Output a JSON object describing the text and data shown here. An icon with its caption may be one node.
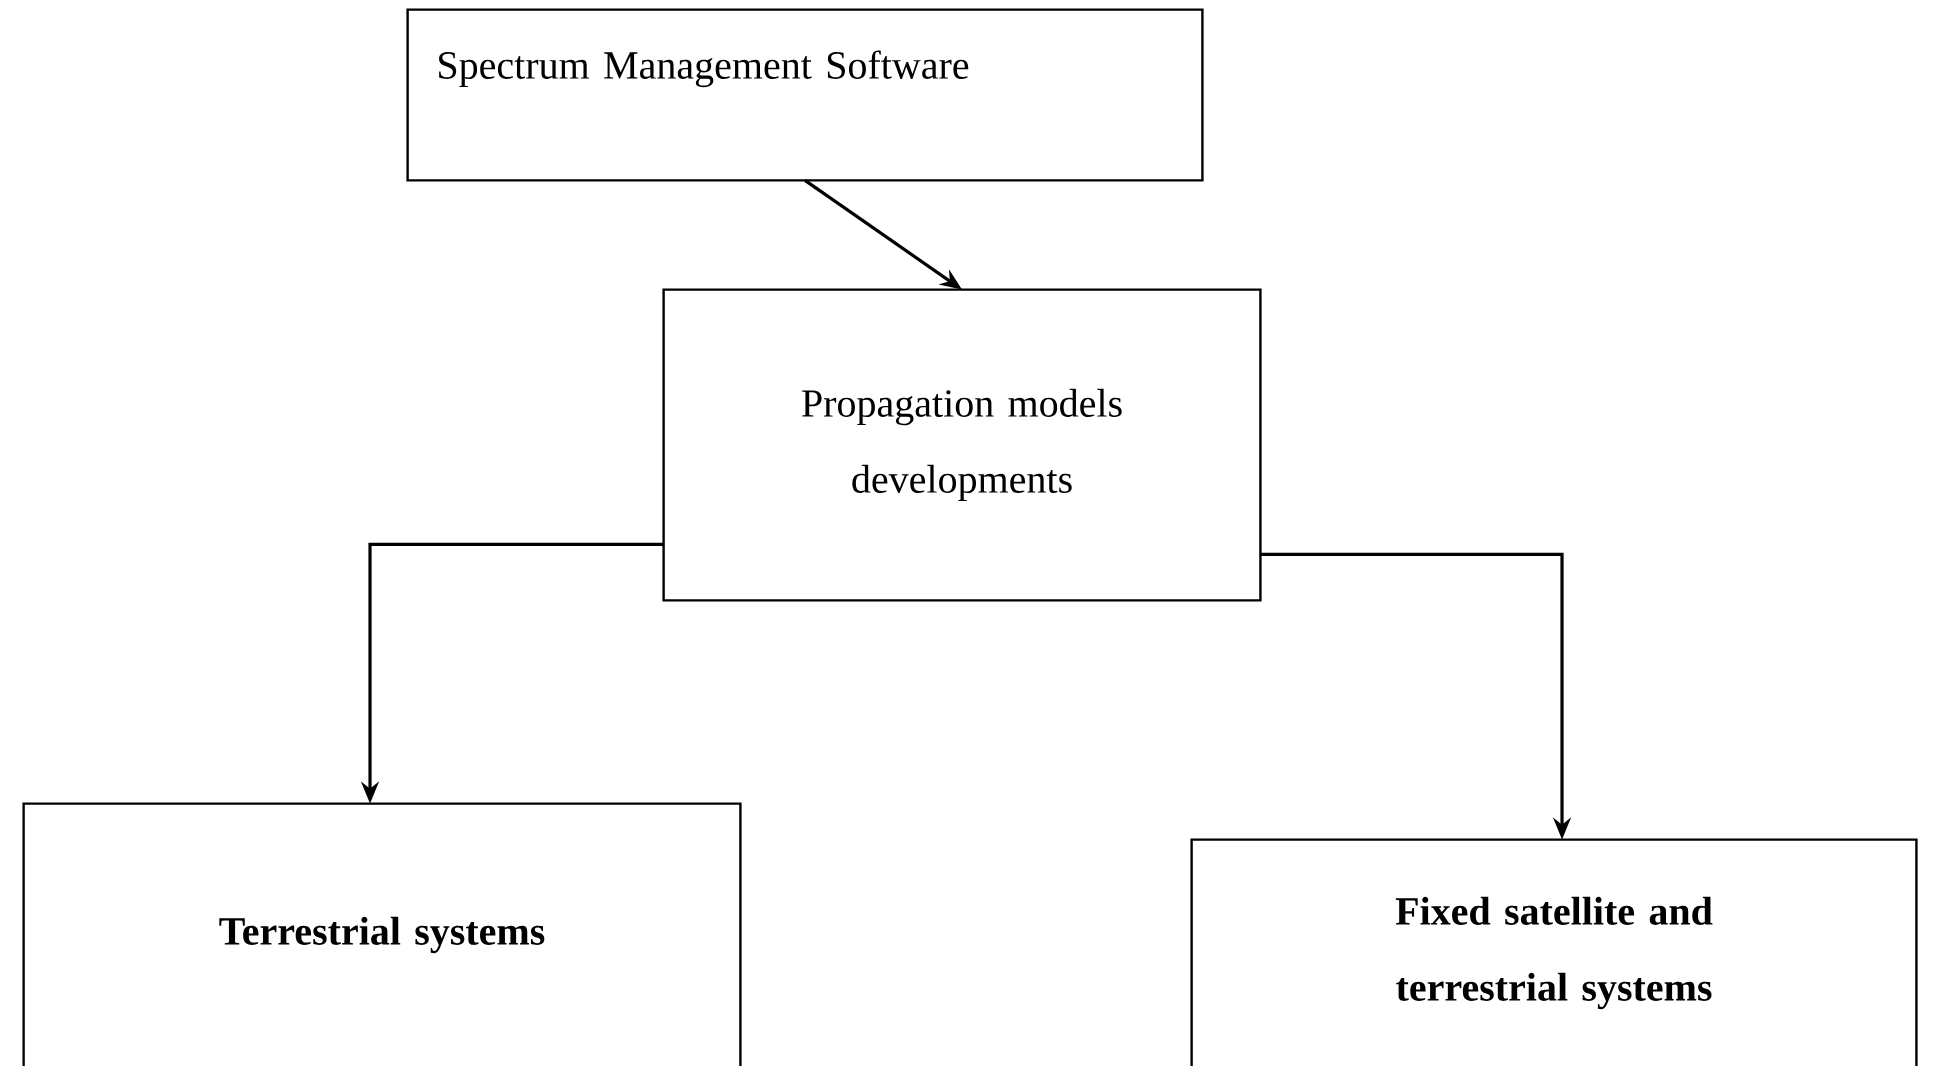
{
  "diagram": {
    "nodes": [
      {
        "text": [
          "Spectrum Management Software"
        ]
      },
      {
        "text": [
          "Propagation models developments"
        ]
      },
      {
        "text": [
          "Terrestrial systems"
        ]
      },
      {
        "text": [
          "Fixed satellite and terrestrial systems"
        ]
      }
    ],
    "edges": [
      {
        "from": 0,
        "to": 1,
        "arrow": "to"
      },
      {
        "from": 1,
        "to": 2,
        "arrow": "to"
      },
      {
        "from": 1,
        "to": 3,
        "arrow": "to"
      }
    ]
  }
}
